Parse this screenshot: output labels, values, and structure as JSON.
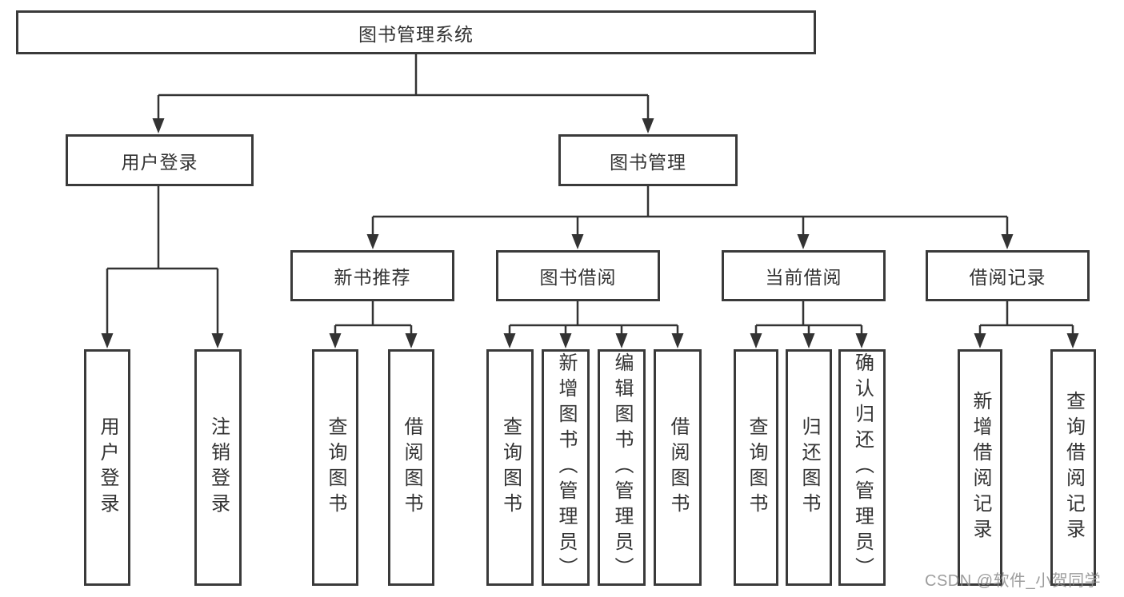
{
  "diagram": {
    "root": {
      "label": "图书管理系统"
    },
    "level2": [
      {
        "id": "user-login",
        "label": "用户登录"
      },
      {
        "id": "book-mgmt",
        "label": "图书管理"
      }
    ],
    "level3": [
      {
        "id": "new-book-recommend",
        "label": "新书推荐"
      },
      {
        "id": "book-borrow",
        "label": "图书借阅"
      },
      {
        "id": "current-borrow",
        "label": "当前借阅"
      },
      {
        "id": "borrow-records",
        "label": "借阅记录"
      }
    ],
    "leaves": [
      {
        "id": "user-login",
        "label": "用户登录"
      },
      {
        "id": "logout",
        "label": "注销登录"
      },
      {
        "id": "query-books-recommend",
        "label": "查询图书"
      },
      {
        "id": "borrow-books-recommend",
        "label": "借阅图书"
      },
      {
        "id": "query-books-borrow",
        "label": "查询图书"
      },
      {
        "id": "add-book-admin",
        "label": "新增图书（管理员）"
      },
      {
        "id": "edit-book-admin",
        "label": "编辑图书（管理员）"
      },
      {
        "id": "borrow-books-borrow",
        "label": "借阅图书"
      },
      {
        "id": "query-books-current",
        "label": "查询图书"
      },
      {
        "id": "return-book",
        "label": "归还图书"
      },
      {
        "id": "confirm-return-admin",
        "label": "确认归还（管理员）"
      },
      {
        "id": "add-borrow-record",
        "label": "新增借阅记录"
      },
      {
        "id": "query-borrow-record",
        "label": "查询借阅记录"
      }
    ]
  },
  "watermark": {
    "text": "CSDN @软件_小贺同学"
  },
  "colors": {
    "line": "#333333",
    "box_border": "#3a3a3a",
    "text": "#333333",
    "background": "#ffffff",
    "watermark": "#8c8c8c"
  }
}
